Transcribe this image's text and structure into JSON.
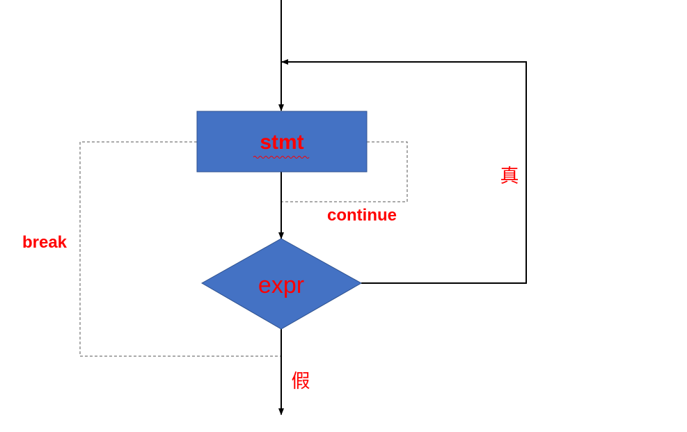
{
  "diagram": {
    "type": "do-while flowchart",
    "nodes": {
      "stmt": {
        "label": "stmt",
        "shape": "rectangle"
      },
      "expr": {
        "label": "expr",
        "shape": "diamond"
      }
    },
    "edge_labels": {
      "true_branch": "真",
      "false_branch": "假",
      "continue": "continue",
      "break": "break"
    },
    "colors": {
      "node_fill": "#4472c4",
      "node_stroke": "#2f528f",
      "label_red": "#ff0000",
      "line": "#000000",
      "dashed_line": "#555555"
    }
  }
}
